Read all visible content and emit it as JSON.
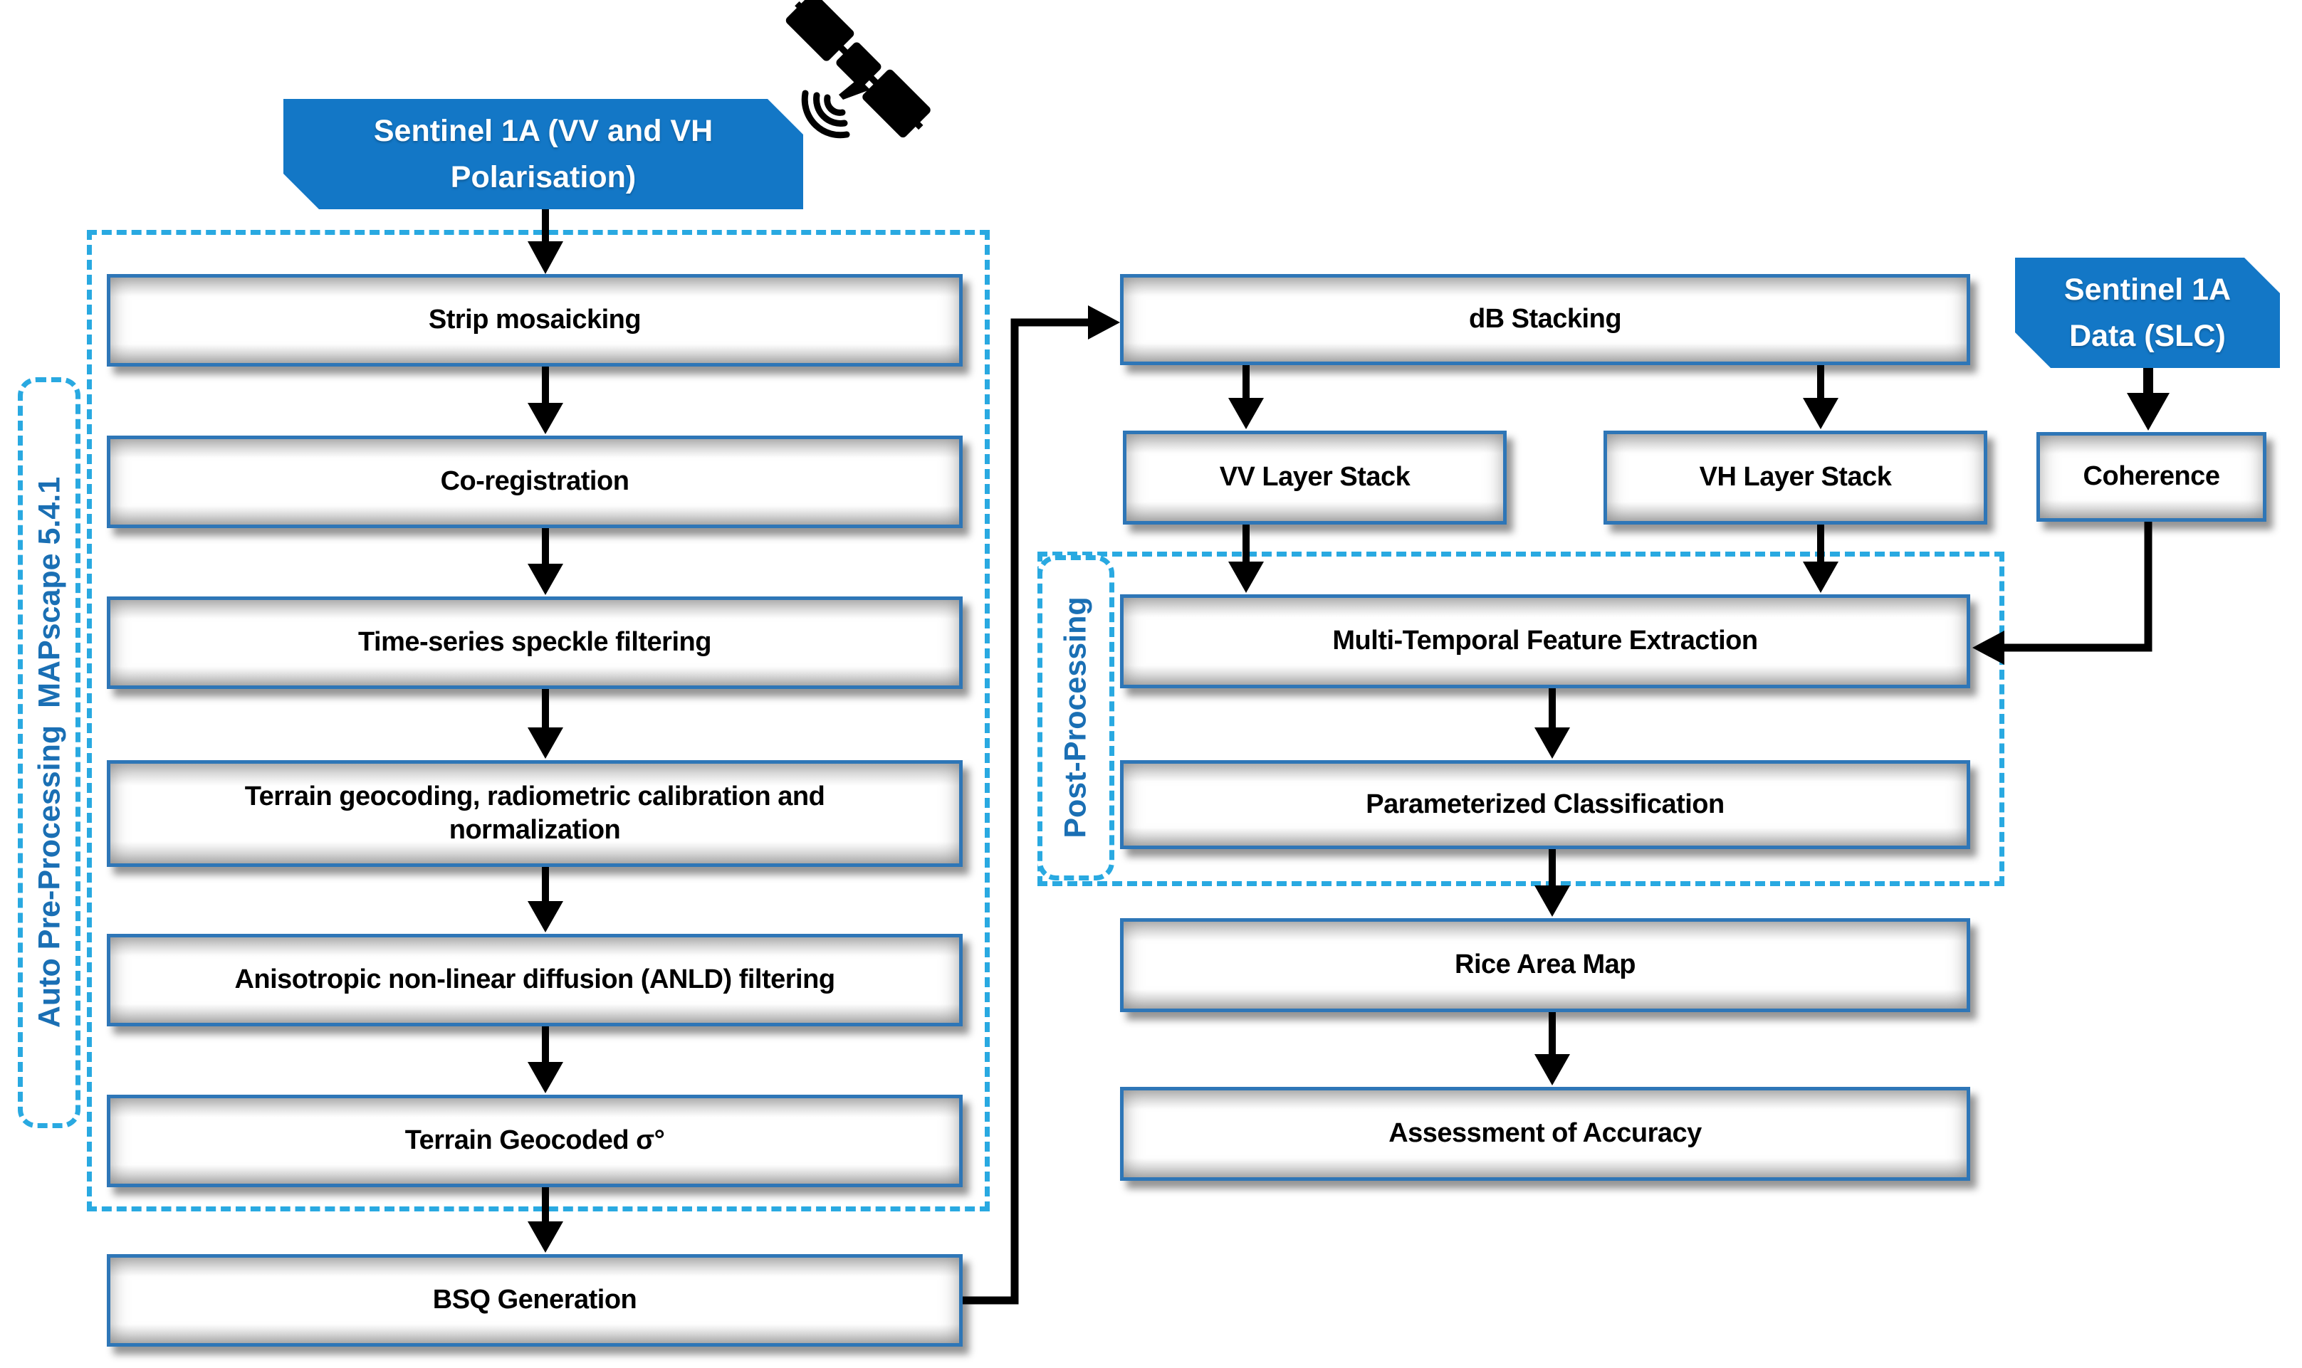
{
  "nodes": {
    "sentinel_vvvh": "Sentinel 1A (VV and VH\nPolarisation)",
    "sentinel_slc": "Sentinel 1A\nData (SLC)",
    "strip": "Strip mosaicking",
    "coreg": "Co-registration",
    "speckle": "Time-series speckle filtering",
    "terrain": "Terrain geocoding, radiometric calibration and\nnormalization",
    "anld": "Anisotropic non-linear diffusion (ANLD) filtering",
    "geocoded": "Terrain Geocoded σ°",
    "bsq": "BSQ Generation",
    "db": "dB Stacking",
    "vv": "VV Layer Stack",
    "vh": "VH Layer Stack",
    "mtfe": "Multi-Temporal Feature Extraction",
    "pc": "Parameterized Classification",
    "rice": "Rice Area Map",
    "accuracy": "Assessment of Accuracy",
    "coherence": "Coherence"
  },
  "regions": {
    "pre_label": "Auto Pre-Processing  MAPscape 5.4.1",
    "post_label": "Post-Processing"
  },
  "colors": {
    "blue_node_fill": "#1377c6",
    "blue_node_text": "#ffffff",
    "process_box_border": "#2e76b7",
    "dashed_region_border": "#29a9e1",
    "region_label_text": "#1a6fb4",
    "arrow": "#000000"
  }
}
